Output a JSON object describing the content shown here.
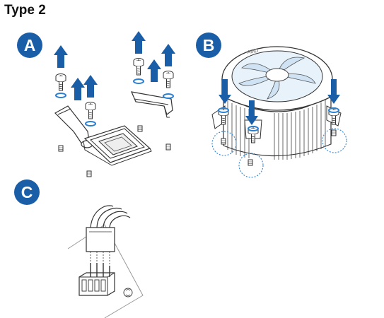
{
  "title": "Type 2",
  "steps": {
    "a": "A",
    "b": "B",
    "c": "C"
  },
  "cooler_brand": "AMD",
  "colors": {
    "badge": "#1b5ea8",
    "arrow": "#1b5ea8",
    "line": "#333333",
    "accent": "#2a7fd0",
    "dashed": "#3b8fd9"
  },
  "icons": [
    "up-arrow-icon",
    "down-arrow-icon",
    "screw-icon",
    "spring-icon"
  ]
}
